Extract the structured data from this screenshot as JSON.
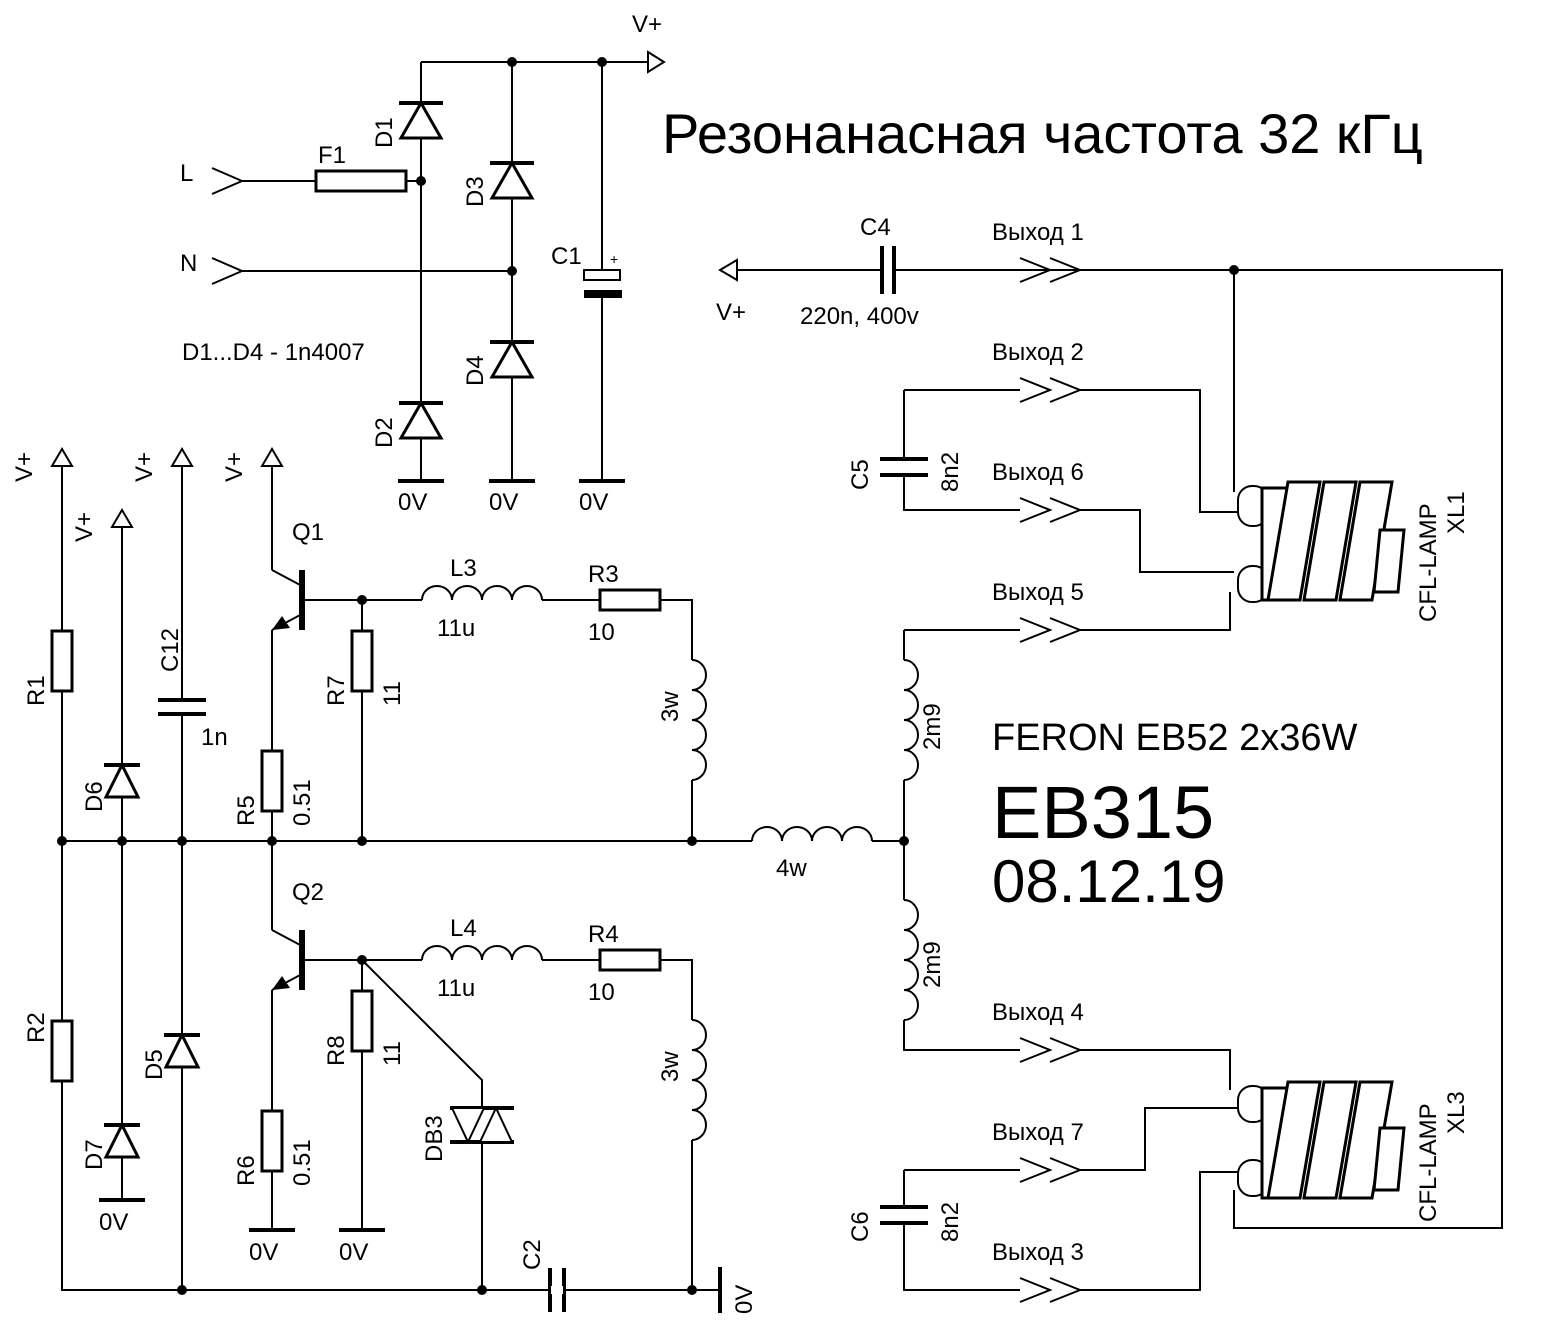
{
  "title": "Резонанасная частота 32 кГц",
  "model": "FERON EB52 2x36W",
  "board": "EB315",
  "date": "08.12.19",
  "rectifier_note": "D1...D4 - 1n4007",
  "inputs": {
    "L": "L",
    "N": "N"
  },
  "fuse": "F1",
  "diodes": {
    "D1": "D1",
    "D2": "D2",
    "D3": "D3",
    "D4": "D4",
    "D5": "D5",
    "D6": "D6",
    "D7": "D7",
    "DB3": "DB3"
  },
  "capacitors": {
    "C1": "C1",
    "C1_plus": "+",
    "C2": "C2",
    "C4": "C4",
    "C4_value": "220n, 400v",
    "C5": "C5",
    "C5_value": "8n2",
    "C6": "C6",
    "C6_value": "8n2",
    "C12": "C12",
    "C12_value": "1n"
  },
  "resistors": {
    "R1": "R1",
    "R2": "R2",
    "R3": "R3",
    "R3_value": "10",
    "R4": "R4",
    "R4_value": "10",
    "R5": "R5",
    "R5_value": "0.51",
    "R6": "R6",
    "R6_value": "0.51",
    "R7": "R7",
    "R7_value": "11",
    "R8": "R8",
    "R8_value": "11"
  },
  "inductors": {
    "L3": "L3",
    "L3_value": "11u",
    "L4": "L4",
    "L4_value": "11u",
    "w3_top": "3w",
    "w3_bot": "3w",
    "w4": "4w",
    "m2_top": "2m9",
    "m2_bot": "2m9"
  },
  "transistors": {
    "Q1": "Q1",
    "Q2": "Q2"
  },
  "power": {
    "vplus": "V+",
    "ground": "0V"
  },
  "outputs": [
    "Выход 1",
    "Выход 2",
    "Выход 6",
    "Выход 5",
    "Выход 4",
    "Выход 7",
    "Выход 3"
  ],
  "lamps": {
    "XL1": "XL1",
    "XL1_type": "CFL-LAMP",
    "XL3": "XL3",
    "XL3_type": "CFL-LAMP"
  }
}
